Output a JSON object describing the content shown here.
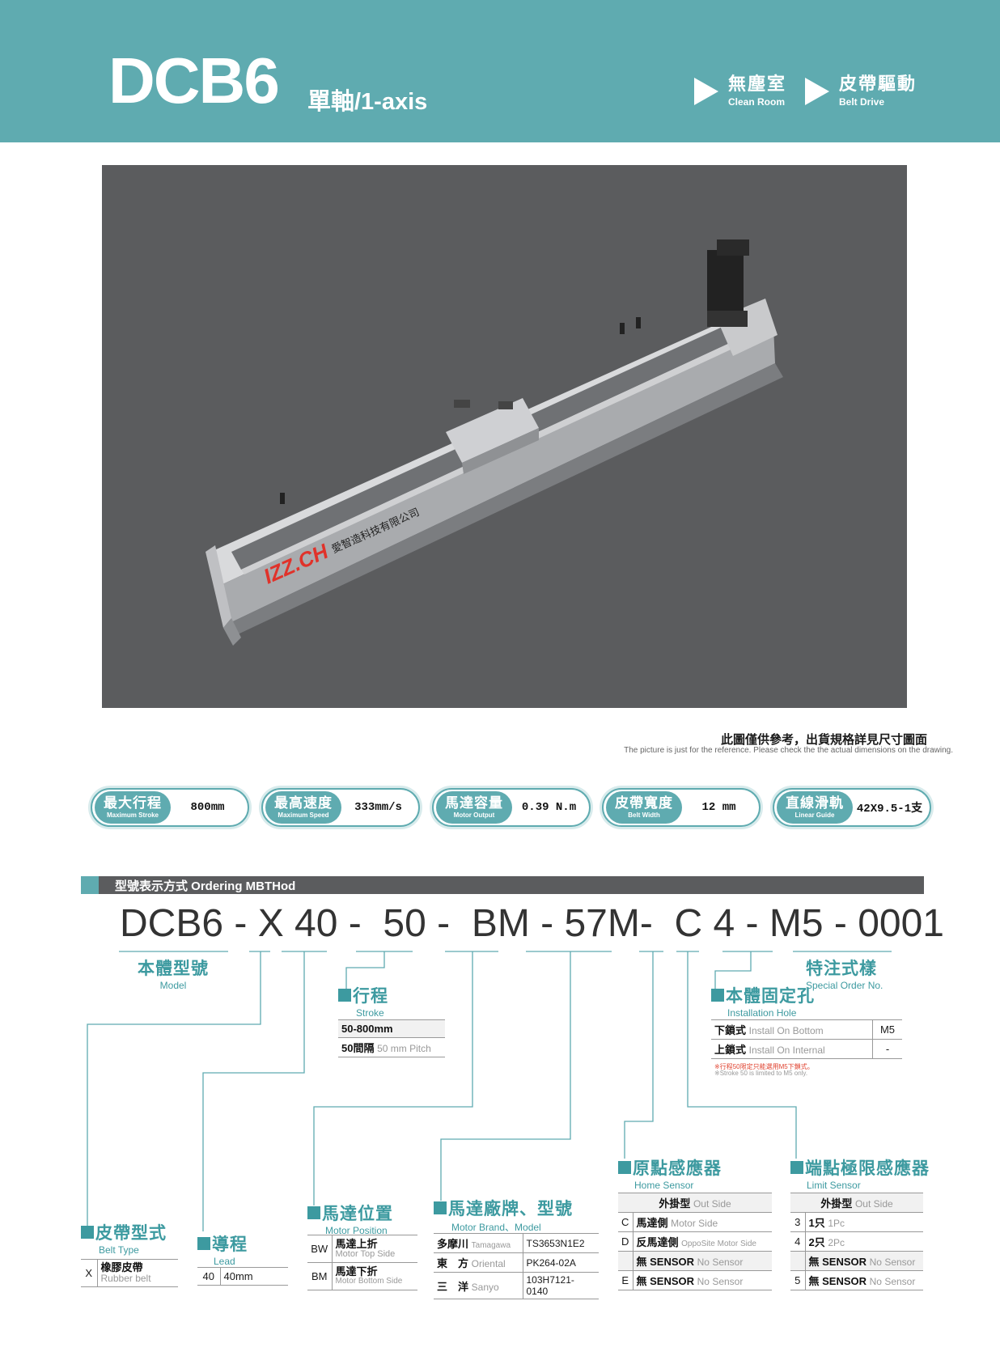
{
  "header": {
    "title": "DCB6",
    "subtitle": "單軸/1-axis",
    "tags": [
      {
        "zh": "無塵室",
        "en": "Clean Room"
      },
      {
        "zh": "皮帶驅動",
        "en": "Belt Drive"
      }
    ]
  },
  "photo": {
    "watermark_brand": "IZZ.CH",
    "watermark_company": "愛智造科技有限公司"
  },
  "note": {
    "zh": "此圖僅供參考，出貨規格詳見尺寸圖面",
    "en": "The picture is just for the reference. Please check the the actual dimensions on the drawing."
  },
  "specs": [
    {
      "zh": "最大行程",
      "en": "Maximum Stroke",
      "value": "800mm"
    },
    {
      "zh": "最高速度",
      "en": "Maximum Speed",
      "value": "333mm/s"
    },
    {
      "zh": "馬達容量",
      "en": "Motor Output",
      "value": "0.39 N.m"
    },
    {
      "zh": "皮帶寬度",
      "en": "Belt Width",
      "value": "12 mm"
    },
    {
      "zh": "直線滑軌",
      "en": "Linear Guide",
      "value": "42X9.5-1支"
    }
  ],
  "ordering": {
    "title": "型號表示方式  Ordering MBTHod",
    "code": "DCB6 - X 40 -  50 -  BM - 57M-  C 4 - M5 - 0001"
  },
  "sections": {
    "model": {
      "zh": "本體型號",
      "en": "Model"
    },
    "special": {
      "zh": "特注式樣",
      "en": "Special Order No."
    },
    "stroke": {
      "zh": "行程",
      "en": "Stroke",
      "rows": [
        {
          "a": "50-800mm",
          "b": ""
        },
        {
          "a": "50間隔",
          "b": "50 mm Pitch"
        }
      ]
    },
    "hole": {
      "zh": "本體固定孔",
      "en": "Installation Hole",
      "rows": [
        {
          "zh": "下鎖式",
          "en": "Install On Bottom",
          "val": "M5"
        },
        {
          "zh": "上鎖式",
          "en": "Install On Internal",
          "val": "-"
        }
      ],
      "note_zh": "※行程50限定只能選用M5下鎖式。",
      "note_en": "※Stroke 50 is limited to M5 only."
    },
    "home": {
      "zh": "原點感應器",
      "en": "Home Sensor",
      "header_zh": "外掛型",
      "header_en": "Out Side",
      "rows": [
        {
          "code": "C",
          "zh": "馬達側",
          "en": "Motor Side"
        },
        {
          "code": "D",
          "zh": "反馬達側",
          "en": "OppoSite Motor Side"
        },
        {
          "code": "",
          "zh": "無 SENSOR",
          "en": "No Sensor"
        },
        {
          "code": "E",
          "zh": "無 SENSOR",
          "en": "No Sensor"
        }
      ]
    },
    "limit": {
      "zh": "端點極限感應器",
      "en": "Limit Sensor",
      "header_zh": "外掛型",
      "header_en": "Out Side",
      "rows": [
        {
          "code": "3",
          "zh": "1只",
          "en": "1Pc"
        },
        {
          "code": "4",
          "zh": "2只",
          "en": "2Pc"
        },
        {
          "code": "",
          "zh": "無 SENSOR",
          "en": "No Sensor"
        },
        {
          "code": "5",
          "zh": "無 SENSOR",
          "en": "No Sensor"
        }
      ]
    },
    "motor_pos": {
      "zh": "馬達位置",
      "en": "Motor Position",
      "rows": [
        {
          "code": "BW",
          "zh": "馬達上折",
          "en": "Motor Top Side"
        },
        {
          "code": "BM",
          "zh": "馬達下折",
          "en": "Motor Bottom Side"
        }
      ]
    },
    "motor_brand": {
      "zh": "馬達廠牌、型號",
      "en": "Motor Brand、Model",
      "rows": [
        {
          "zh": "多摩川",
          "en": "Tamagawa",
          "model": "TS3653N1E2"
        },
        {
          "zh": "東　方",
          "en": "Oriental",
          "model": "PK264-02A"
        },
        {
          "zh": "三　洋",
          "en": "Sanyo",
          "model": "103H7121-0140"
        }
      ]
    },
    "belt": {
      "zh": "皮帶型式",
      "en": "Belt Type",
      "rows": [
        {
          "code": "X",
          "zh": "橡膠皮帶",
          "en": "Rubber belt"
        }
      ]
    },
    "lead": {
      "zh": "導程",
      "en": "Lead",
      "rows": [
        {
          "code": "40",
          "val": "40mm"
        }
      ]
    }
  },
  "colors": {
    "teal": "#5fabb0",
    "dark_bar": "#5b5c5e",
    "section_text": "#3d9aa0"
  }
}
